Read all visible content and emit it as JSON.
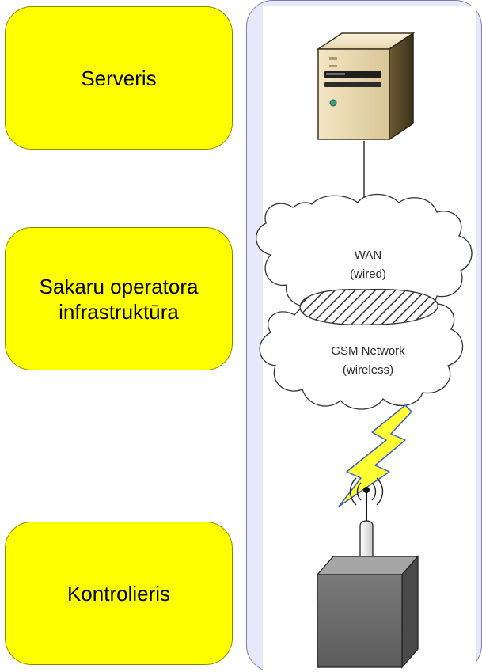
{
  "labels": {
    "server": "Serveris",
    "operator": "Sakaru operatora\ninfrastruktūra",
    "controller": "Kontrolieris"
  },
  "network": {
    "wan_title": "WAN",
    "wan_sub": "(wired)",
    "gsm_title": "GSM Network",
    "gsm_sub": "(wireless)"
  },
  "icons": {
    "server": "server-tower-icon",
    "cloud_wan": "wan-cloud-icon",
    "cloud_gsm": "gsm-cloud-icon",
    "signal": "lightning-bolt-icon",
    "antenna": "antenna-icon",
    "controller": "controller-box-icon"
  },
  "colors": {
    "label_fill": "#ffff00",
    "panel_fill": "#e8e8fb",
    "bolt_fill": "#ffff33",
    "bolt_stroke": "#3a5fd0"
  }
}
